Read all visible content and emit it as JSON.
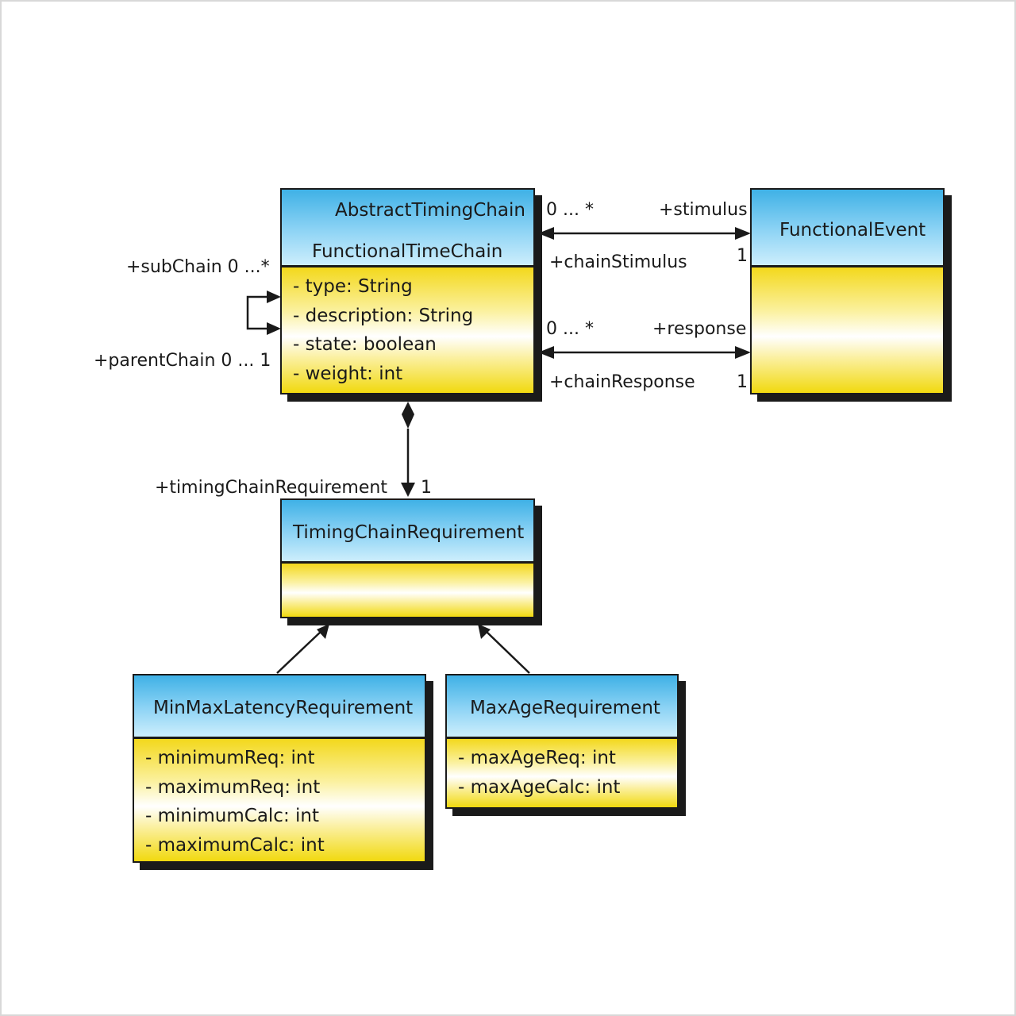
{
  "classes": {
    "abstract_timing_chain": {
      "stereotype": "AbstractTimingChain",
      "name": "FunctionalTimeChain",
      "attributes": [
        "- type: String",
        "- description: String",
        "- state: boolean",
        "- weight: int"
      ]
    },
    "functional_event": {
      "name": "FunctionalEvent",
      "attributes": []
    },
    "timing_chain_requirement": {
      "name": "TimingChainRequirement",
      "attributes": []
    },
    "min_max_latency_requirement": {
      "name": "MinMaxLatencyRequirement",
      "attributes": [
        "- minimumReq: int",
        "- maximumReq: int",
        "- minimumCalc: int",
        "- maximumCalc: int"
      ]
    },
    "max_age_requirement": {
      "name": "MaxAgeRequirement",
      "attributes": [
        "- maxAgeReq: int",
        "- maxAgeCalc: int"
      ]
    }
  },
  "labels": {
    "stimulus_mult_left": "0 ... *",
    "stimulus_role": "+stimulus",
    "chain_stimulus_role": "+chainStimulus",
    "stimulus_mult_right": "1",
    "response_mult_left": "0 ... *",
    "response_role": "+response",
    "chain_response_role": "+chainResponse",
    "response_mult_right": "1",
    "sub_chain": "+subChain 0 ...*",
    "parent_chain": "+parentChain 0 ... 1",
    "timing_chain_requirement_role": "+timingChainRequirement",
    "timing_chain_requirement_mult": "1"
  },
  "colors": {
    "header_blue": "#3fb1e6",
    "body_yellow": "#f3d81c",
    "line": "#1a1a1a"
  }
}
